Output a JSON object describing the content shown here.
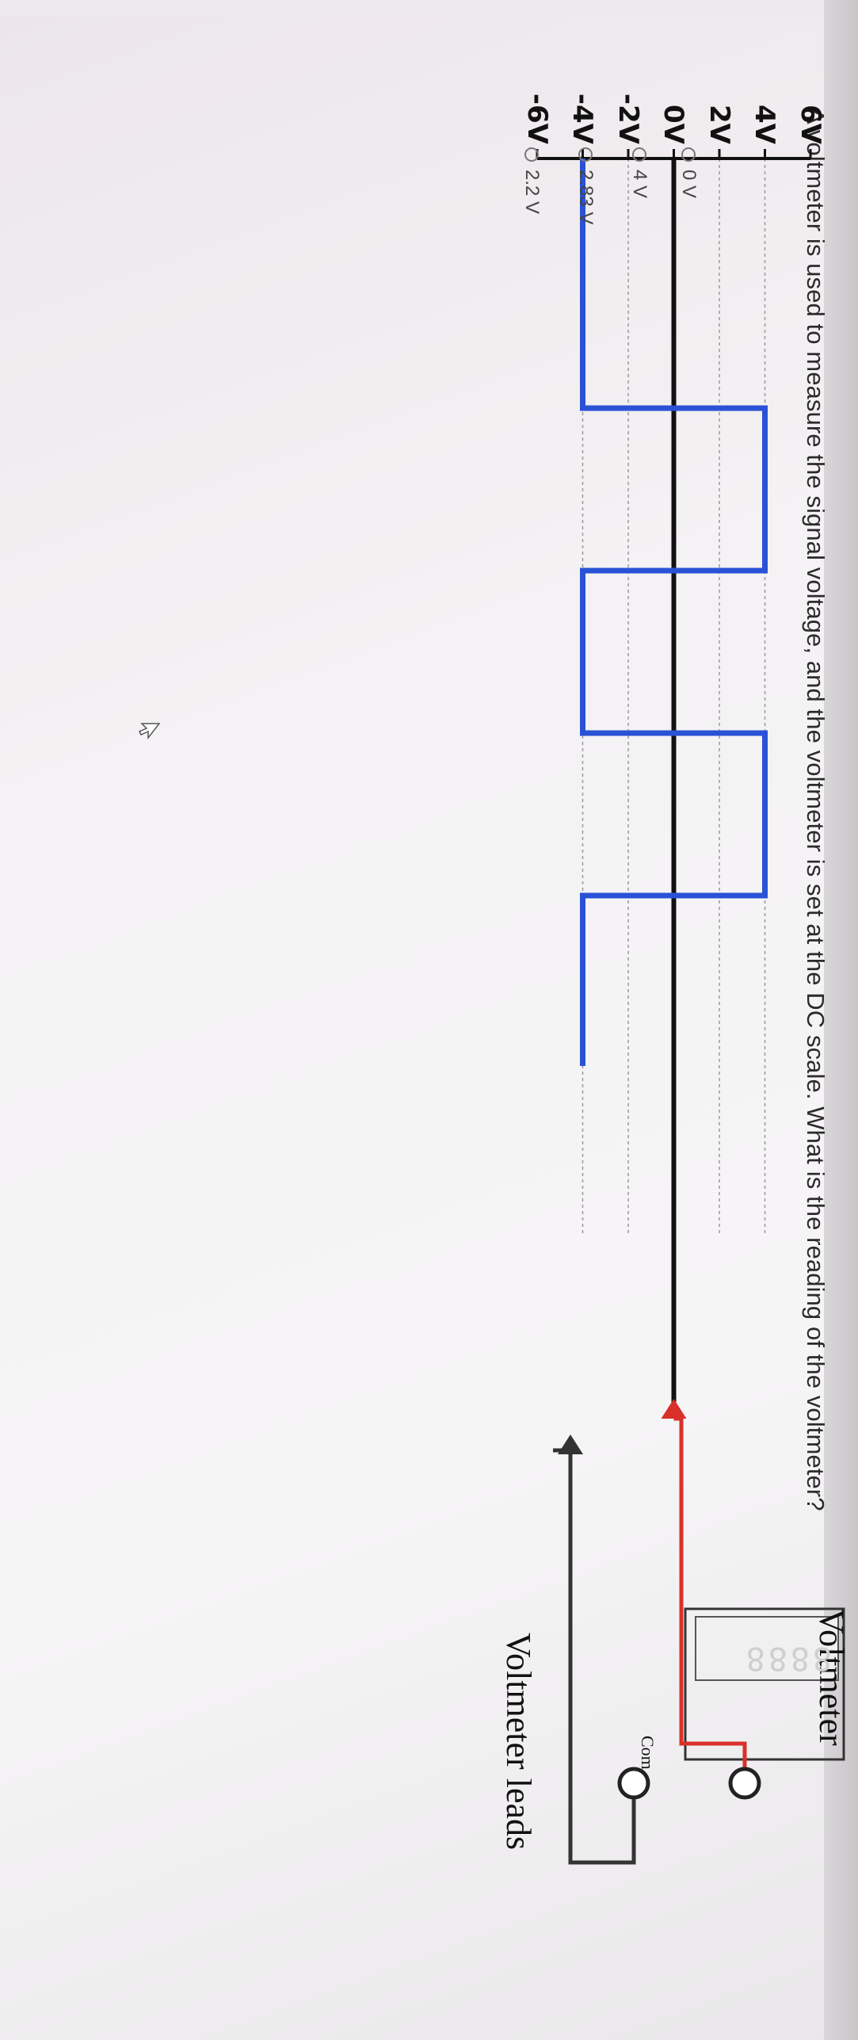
{
  "question": {
    "text": "A voltmeter is used to measure the signal voltage, and the voltmeter is set at the DC scale. What is the reading of the voltmeter?"
  },
  "options": [
    {
      "label": "0 V"
    },
    {
      "label": "4 V"
    },
    {
      "label": "2.83 V"
    },
    {
      "label": "2.2 V"
    }
  ],
  "chart_data": {
    "type": "line",
    "y_tick_labels": [
      "6V",
      "4V",
      "2V",
      "0V",
      "-2V",
      "-4V",
      "-6V"
    ],
    "ylim": [
      -6,
      6
    ],
    "grid": true,
    "series": [
      {
        "x": [
          0,
          0,
          1,
          1,
          2,
          2,
          3,
          3,
          4,
          4,
          5,
          5
        ],
        "y": [
          -4,
          -4,
          -4,
          4,
          4,
          -4,
          -4,
          4,
          4,
          -4,
          -4,
          -4
        ]
      }
    ],
    "colors": {
      "signal": "#2a52d6",
      "axis": "#111111",
      "grid": "#9a9a9a"
    }
  },
  "voltmeter": {
    "title": "Voltmeter",
    "display": "8888",
    "plus_label": "+",
    "minus_label": "−",
    "com_label": "Com",
    "leads_label": "Voltmeter leads",
    "colors": {
      "red_lead": "#d9302a",
      "black_lead": "#333333"
    }
  }
}
